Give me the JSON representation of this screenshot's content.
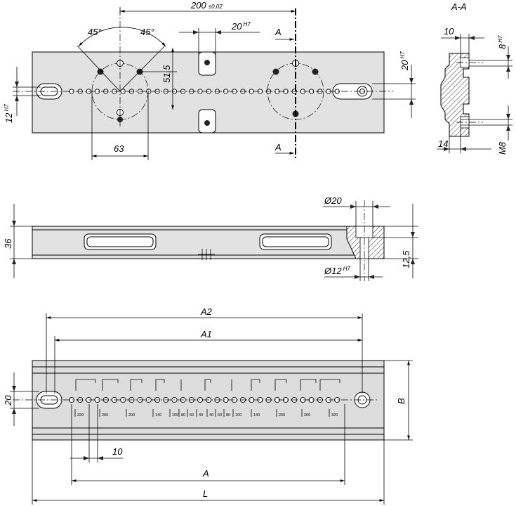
{
  "top_view": {
    "dim_200": "200 ±0,02",
    "dim_200_main": "200",
    "dim_200_tol": "±0,02",
    "angle_left": "45°",
    "angle_right": "45°",
    "dim_20h7_top": "20",
    "dim_20h7_top_tol": "H7",
    "dim_51_5": "51,5",
    "dim_20h7_right": "20",
    "dim_20h7_right_tol": "H7",
    "dim_12h7": "12",
    "dim_12h7_tol": "H7",
    "dim_63": "63",
    "section_mark_top": "A",
    "section_mark_bottom": "A"
  },
  "section": {
    "title": "A-A",
    "dim_10": "10",
    "dim_8h7": "8",
    "dim_8h7_tol": "H7",
    "dim_14": "14",
    "dim_m8": "M8"
  },
  "side_view": {
    "dim_36": "36",
    "dim_d20": "Ø20",
    "dim_d12": "Ø12",
    "dim_d12_tol": "H7",
    "dim_12_5": "12,5"
  },
  "bottom_view": {
    "dim_a2": "A2",
    "dim_a1": "A1",
    "dim_20": "20",
    "dim_b": "B",
    "dim_10": "10",
    "dim_a": "A",
    "dim_l": "L",
    "scale_labels": [
      "320",
      "260",
      "200",
      "140",
      "100",
      "80",
      "60",
      "40",
      "40",
      "60",
      "80",
      "100",
      "140",
      "200",
      "260",
      "320"
    ]
  }
}
